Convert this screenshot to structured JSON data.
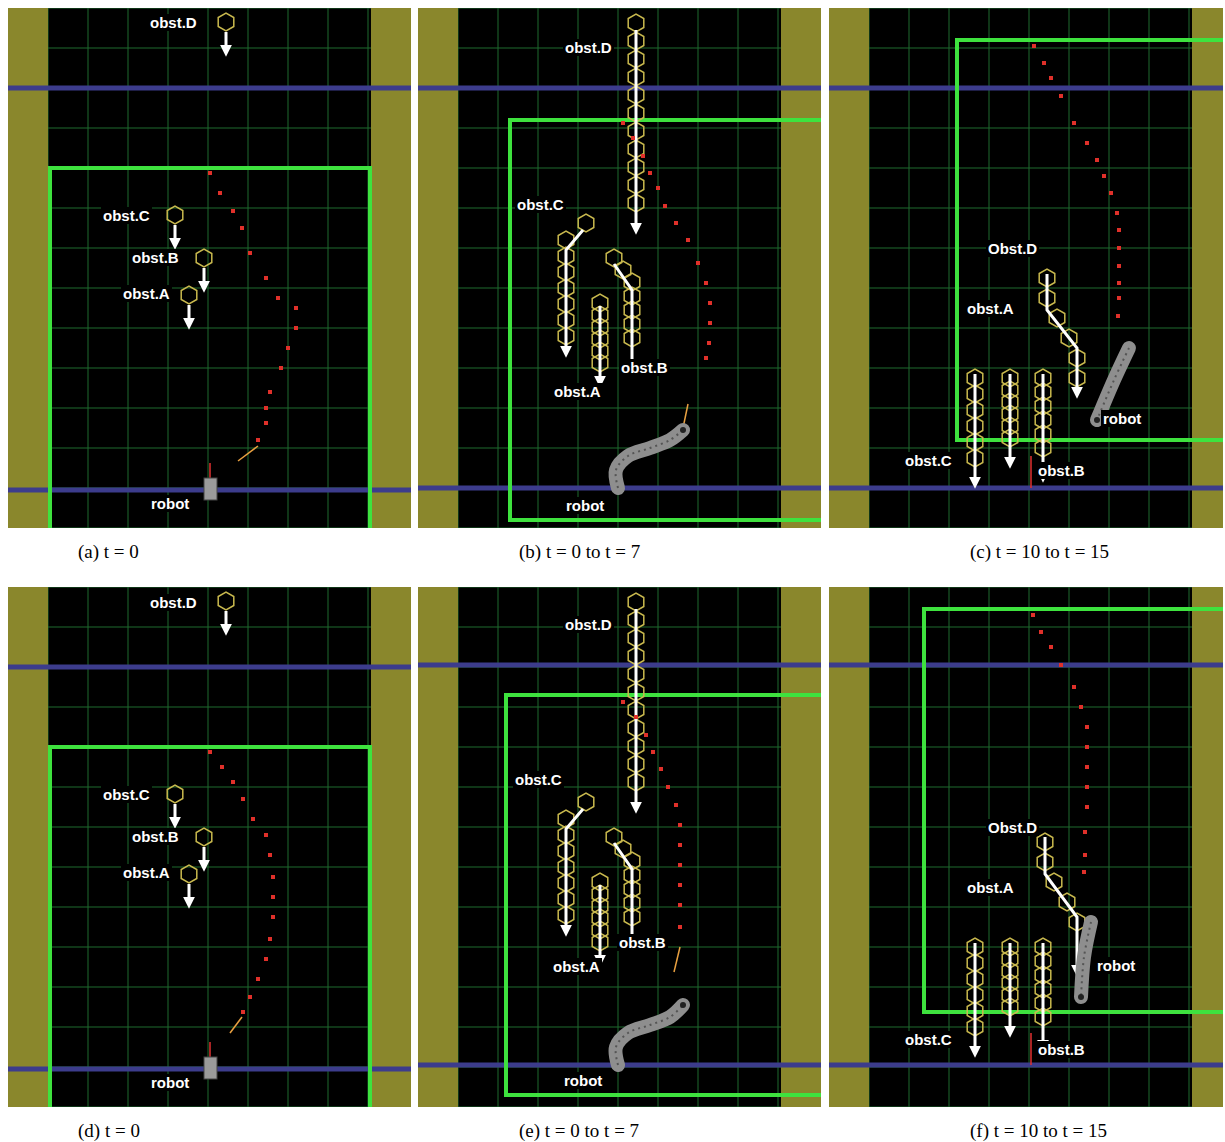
{
  "diagram": {
    "labels": [
      "obst.D",
      "obst.C",
      "obst.B",
      "obst.A",
      "robot",
      "(a) t = 0",
      "obst.D",
      "obst.C",
      "obst.A",
      "obst.B",
      "robot",
      "(b) t = 0 to t = 7",
      "Obst.D",
      "obst.A",
      "robot",
      "obst.C",
      "obst.B",
      "(c) t = 10 to t = 15",
      "obst.D",
      "obst.C",
      "obst.B",
      "obst.A",
      "robot",
      "(d) t = 0",
      "obst.D",
      "obst.C",
      "obst.A",
      "obst.B",
      "robot",
      "(e) t = 0 to t = 7",
      "Obst.D",
      "obst.A",
      "robot",
      "obst.C",
      "obst.B",
      "(f) t = 10 to t = 15"
    ]
  }
}
